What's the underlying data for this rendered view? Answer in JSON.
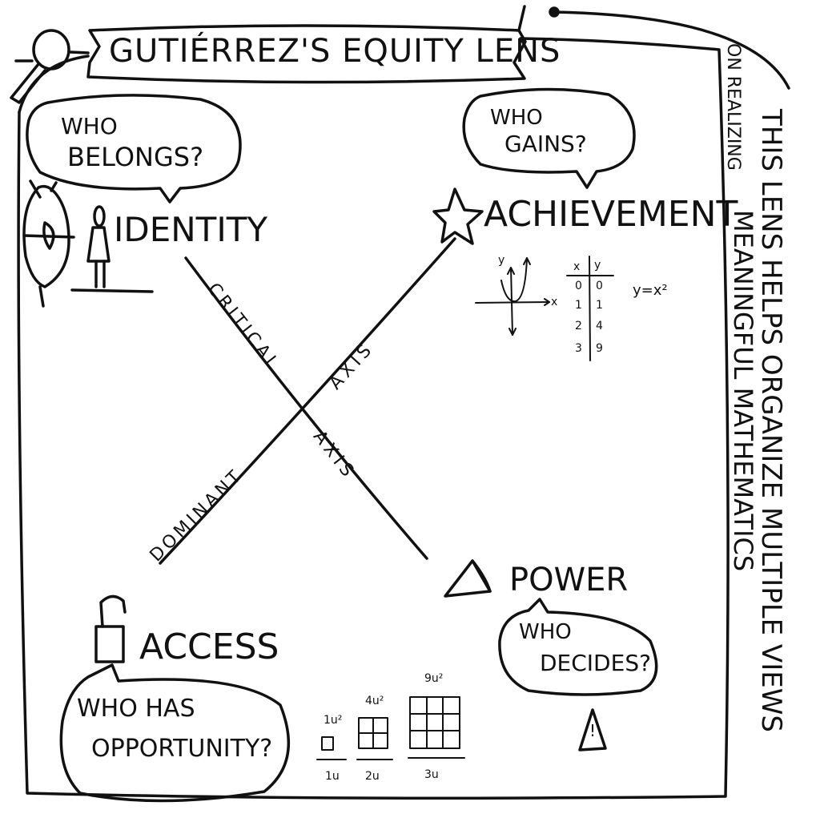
{
  "title": "GUTIÉRREZ'S EQUITY LENS",
  "side_note": {
    "line1": "THIS LENS HELPS ORGANIZE MULTIPLE VIEWS",
    "line2": "ON REALIZING",
    "line3": "MEANINGFUL MATHEMATICS"
  },
  "quadrants": {
    "identity": {
      "label": "IDENTITY",
      "question": [
        "WHO",
        "BELONGS?"
      ]
    },
    "achievement": {
      "label": "ACHIEVEMENT",
      "question": [
        "WHO",
        "GAINS?"
      ]
    },
    "access": {
      "label": "ACCESS",
      "question": [
        "WHO HAS",
        "OPPORTUNITY?"
      ]
    },
    "power": {
      "label": "POWER",
      "question": [
        "WHO",
        "DECIDES?"
      ]
    }
  },
  "axes": {
    "critical": [
      "CRITICAL",
      "AXIS"
    ],
    "dominant": [
      "DOMINANT",
      "AXIS"
    ]
  },
  "math_example": {
    "x_label": "x",
    "y_label": "y",
    "equation": "y=x²",
    "table": {
      "headers": [
        "x",
        "y"
      ],
      "rows": [
        [
          "0",
          "0"
        ],
        [
          "1",
          "1"
        ],
        [
          "2",
          "4"
        ],
        [
          "3",
          "9"
        ]
      ]
    }
  },
  "area_example": [
    {
      "area": "1u²",
      "side": "1u"
    },
    {
      "area": "4u²",
      "side": "2u"
    },
    {
      "area": "9u²",
      "side": "3u"
    }
  ],
  "power_warning": "!",
  "icons": [
    "magnifier-icon",
    "head-map-icon",
    "person-icon",
    "star-icon",
    "padlock-icon",
    "triangle-icon",
    "warning-icon"
  ]
}
